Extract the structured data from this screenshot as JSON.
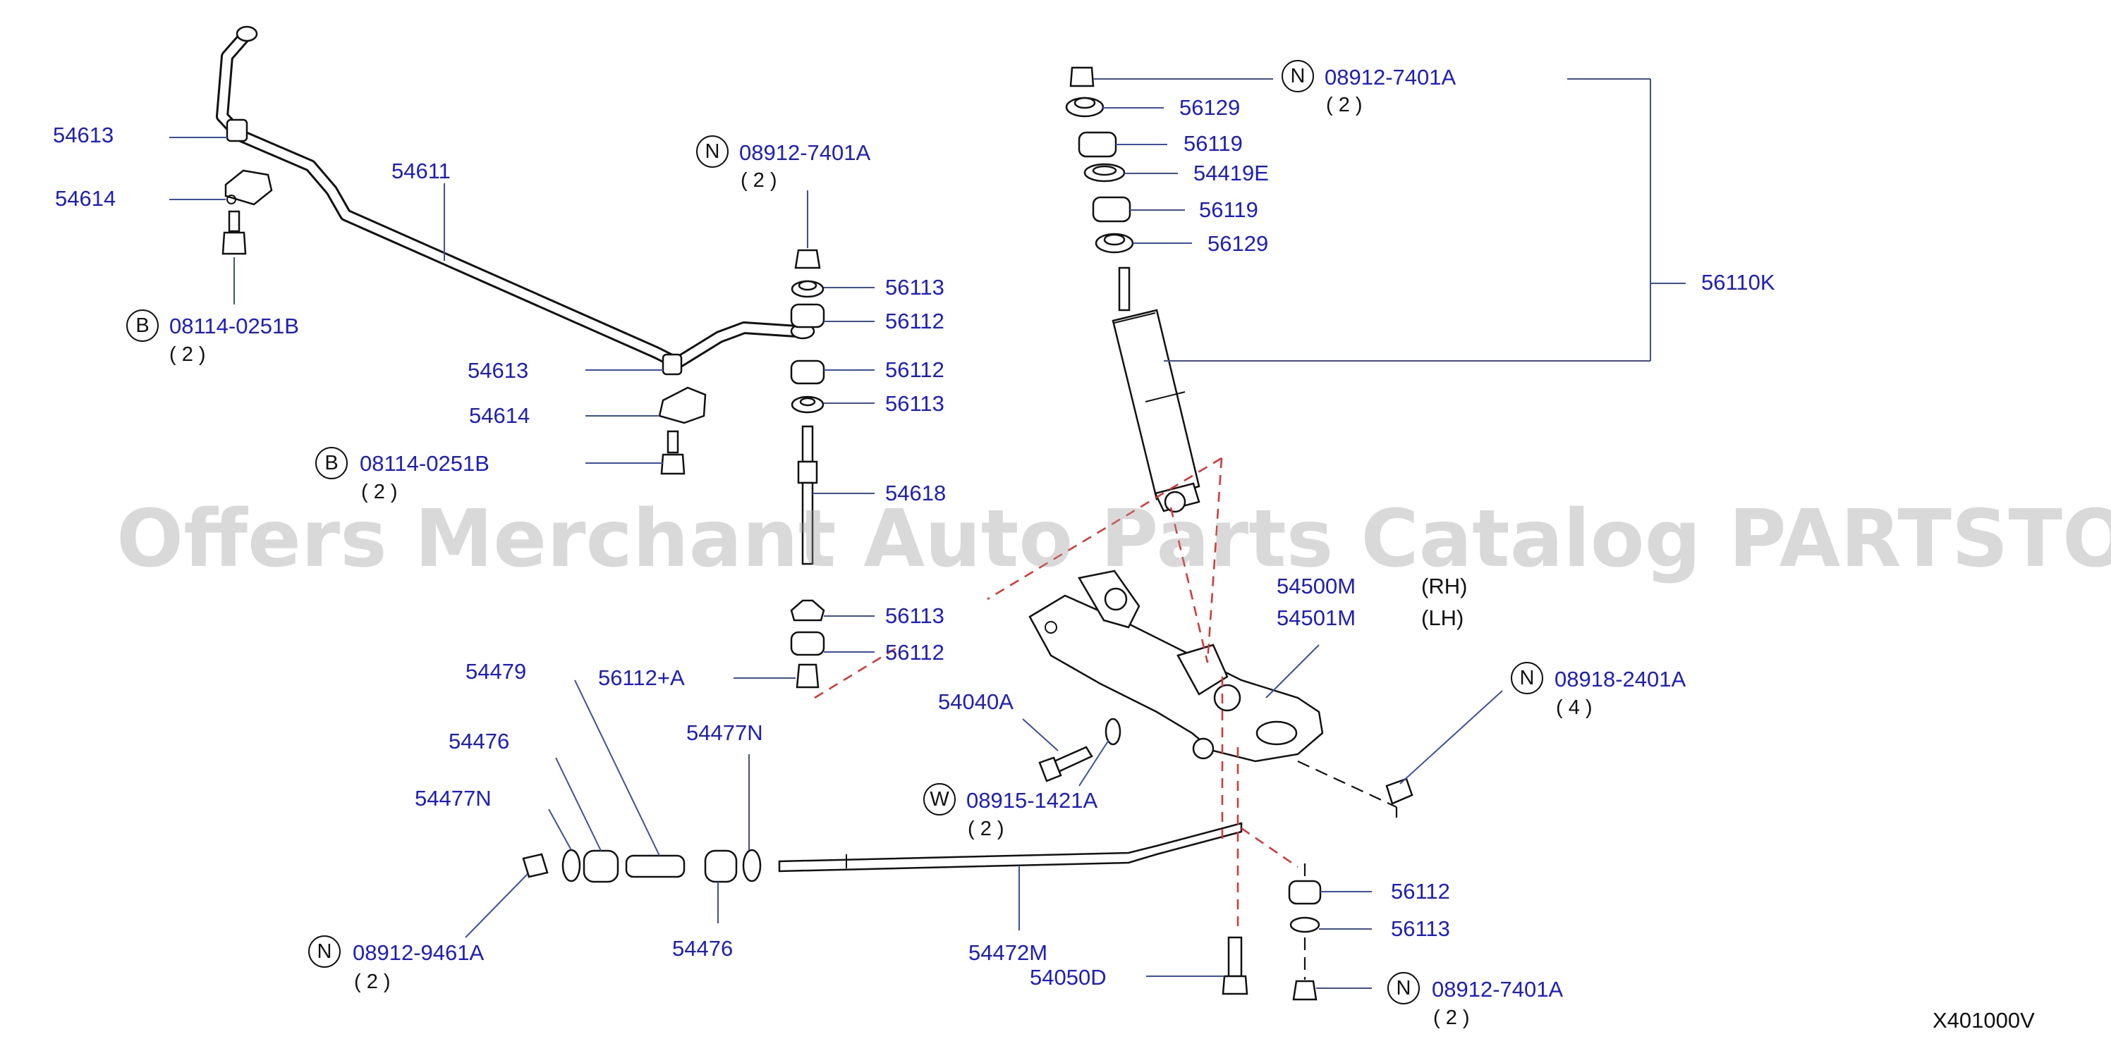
{
  "watermark": "Offers Merchant Auto Parts Catalog PARTSTORE.SA",
  "diagram_code": "X401000V",
  "labels": {
    "l54613a": "54613",
    "l54614a": "54614",
    "l54611": "54611",
    "l08114a": "08114-0251B",
    "l54613b": "54613",
    "l54614b": "54614",
    "l08114b": "08114-0251B",
    "l08912_74a": "08912-7401A",
    "l56113a": "56113",
    "l56112a": "56112",
    "l56112b": "56112",
    "l56113b": "56113",
    "l54618": "54618",
    "l56113c": "56113",
    "l56112c": "56112",
    "l56112pa": "56112+A",
    "l08912_74b": "08912-7401A",
    "l56129a": "56129",
    "l56119a": "56119",
    "l54419e": "54419E",
    "l56119b": "56119",
    "l56129b": "56129",
    "l56110k": "56110K",
    "l54500m": "54500M",
    "l54501m": "54501M",
    "l_rh": "(RH)",
    "l_lh": "(LH)",
    "l08918": "08918-2401A",
    "l54040a": "54040A",
    "l08915": "08915-1421A",
    "l54479": "54479",
    "l54476a": "54476",
    "l54477na": "54477N",
    "l54477nb": "54477N",
    "l54476b": "54476",
    "l08912_94": "08912-9461A",
    "l54472m": "54472M",
    "l54050d": "54050D",
    "l56112d": "56112",
    "l56113d": "56113",
    "l08912_74c": "08912-7401A"
  },
  "quantities": {
    "q08114a": "( 2 )",
    "q08114b": "( 2 )",
    "q08912_74a": "( 2 )",
    "q08912_74b": "( 2 )",
    "q08918": "( 4 )",
    "q08915": "( 2 )",
    "q08912_94": "( 2 )",
    "q08912_74c": "( 2 )"
  },
  "prefix_letters": {
    "b1": "B",
    "b2": "B",
    "n1": "N",
    "n2": "N",
    "n3": "N",
    "n4": "N",
    "n5": "N",
    "w1": "W"
  },
  "colors": {
    "label_blue": "#1b1bd0",
    "leader_line": "#3b4fa8",
    "centerline_red": "#e03030"
  }
}
